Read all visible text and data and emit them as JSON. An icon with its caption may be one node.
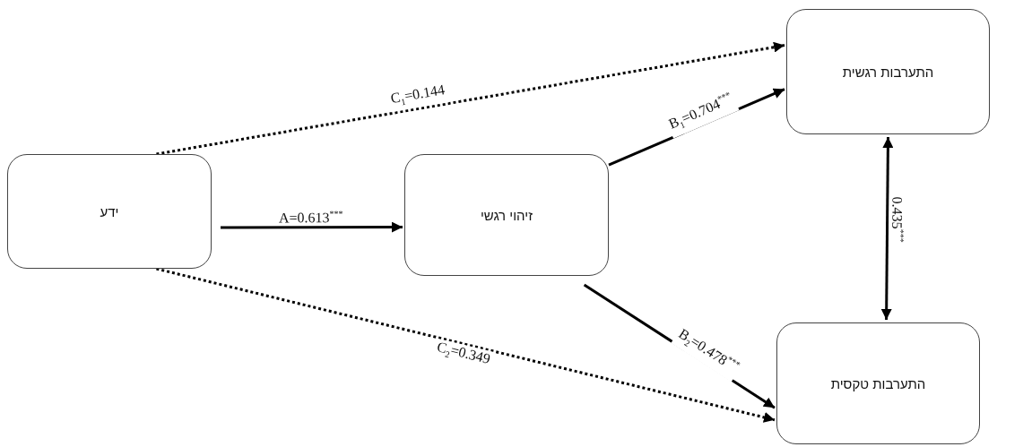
{
  "diagram": {
    "nodes": [
      {
        "text": [
          "ידע"
        ]
      },
      {
        "text": [
          "זיהוי רגשי"
        ]
      },
      {
        "text": [
          "התערבות רגשית"
        ]
      },
      {
        "text": [
          "התערבות טקסית"
        ]
      }
    ],
    "edges": [
      {
        "from": 0,
        "to": 1,
        "arrow": "to",
        "label": "A=0.613$^{***}$"
      },
      {
        "from": 1,
        "to": 2,
        "arrow": "to",
        "label": "B$_{1}$=0.704$^{***}$"
      },
      {
        "from": 1,
        "to": 3,
        "arrow": "to",
        "label": "B$_{2}$=0.478$^{***}$"
      },
      {
        "from": 0,
        "to": 2,
        "arrow": "to",
        "label": "C$_{1}$=0.144",
        "style": "dashed"
      },
      {
        "from": 0,
        "to": 3,
        "arrow": "to",
        "label": "C$_{2}$=0.349",
        "style": "dashed"
      },
      {
        "from": 2,
        "to": 3,
        "arrow": "both",
        "label": "0.435$^{***}$"
      }
    ]
  }
}
